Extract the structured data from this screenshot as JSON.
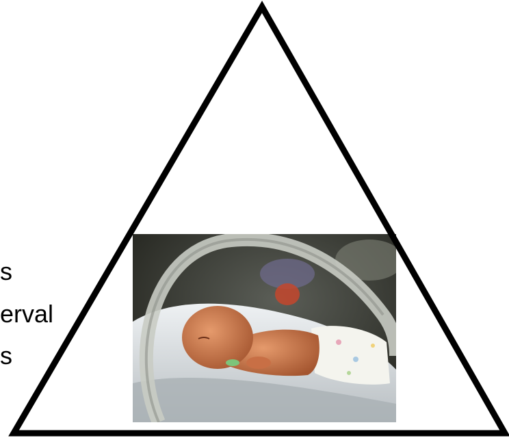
{
  "side_text": {
    "line1": "s",
    "line2": "erval",
    "line3": "s"
  },
  "colors": {
    "triangle_stroke": "#000000",
    "background": "#ffffff",
    "photo_dark": "#2a2a26",
    "photo_bed": "#dfe3e5",
    "photo_skin": "#c8744a",
    "photo_incubator": "#b9bdb6"
  },
  "photo": {
    "subject": "premature-infant-in-incubator"
  }
}
